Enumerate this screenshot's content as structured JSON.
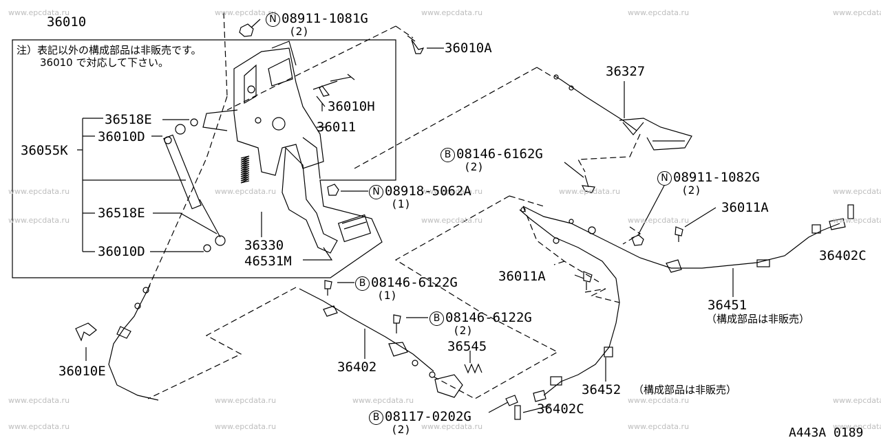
{
  "watermark": "www.epcdata.ru",
  "diagram_code": "A443A 0189",
  "note": {
    "line1": "注）表記以外の構成部品は非販売です。",
    "line2": "36010 で対応して下さい。"
  },
  "labels": {
    "p36010": "36010",
    "p36010A": "36010A",
    "p36327": "36327",
    "p36010H": "36010H",
    "p36011": "36011",
    "p36518E_top": "36518E",
    "p36010D_top": "36010D",
    "p36055K": "36055K",
    "p36518E_bot": "36518E",
    "p36010D_bot": "36010D",
    "p36330": "36330",
    "p46531M": "46531M",
    "p36011A_r": "36011A",
    "p36402C_r": "36402C",
    "p36451": "36451",
    "p36451_note": "（構成部品は非販売）",
    "p36011A_m": "36011A",
    "p36545": "36545",
    "p36402": "36402",
    "p36010E": "36010E",
    "p36452": "36452",
    "p36452_note": "（構成部品は非販売）",
    "p36402C_b": "36402C"
  },
  "fasteners": [
    {
      "id": "n1",
      "prefix": "N",
      "code": "08911-1081G",
      "qty": "(2)"
    },
    {
      "id": "b1",
      "prefix": "B",
      "code": "08146-6162G",
      "qty": "(2)"
    },
    {
      "id": "n2",
      "prefix": "N",
      "code": "08911-1082G",
      "qty": "(2)"
    },
    {
      "id": "n3",
      "prefix": "N",
      "code": "08918-5062A",
      "qty": "(1)"
    },
    {
      "id": "b2",
      "prefix": "B",
      "code": "08146-6122G",
      "qty": "(1)"
    },
    {
      "id": "b3",
      "prefix": "B",
      "code": "08146-6122G",
      "qty": "(2)"
    },
    {
      "id": "b4",
      "prefix": "B",
      "code": "08117-0202G",
      "qty": "(2)"
    }
  ]
}
